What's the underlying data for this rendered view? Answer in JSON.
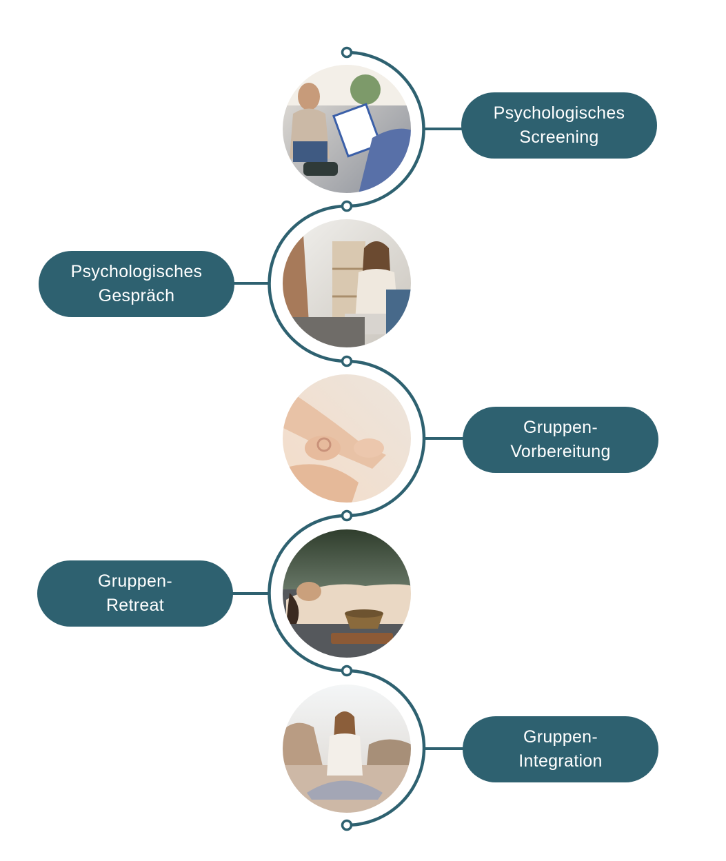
{
  "accent_color": "#2e6170",
  "steps": [
    {
      "line1": "Psychologisches",
      "line2": "Screening",
      "photo": "therapist-taking-notes-photo"
    },
    {
      "line1": "Psychologisches",
      "line2": "Gespräch",
      "photo": "counseling-conversation-photo"
    },
    {
      "line1": "Gruppen-",
      "line2": "Vorbereitung",
      "photo": "meditation-hand-mudra-photo"
    },
    {
      "line1": "Gruppen-",
      "line2": "Retreat",
      "photo": "sound-bowl-relaxation-photo"
    },
    {
      "line1": "Gruppen-",
      "line2": "Integration",
      "photo": "outdoor-meditation-photo"
    }
  ]
}
